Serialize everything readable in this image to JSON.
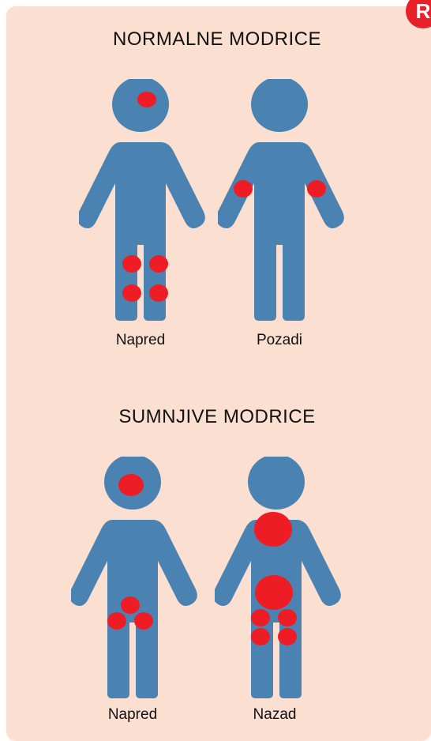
{
  "colors": {
    "background": "#fbdfd1",
    "body": "#4a82b2",
    "bruise": "#ee1c25",
    "logo": "#e8202a"
  },
  "logo": {
    "glyph": "R"
  },
  "normal": {
    "title": "NORMALNE MODRICE",
    "front_label": "Napred",
    "back_label": "Pozadi"
  },
  "suspicious": {
    "title": "SUMNJIVE MODRICE",
    "front_label": "Napred",
    "back_label": "Nazad"
  }
}
